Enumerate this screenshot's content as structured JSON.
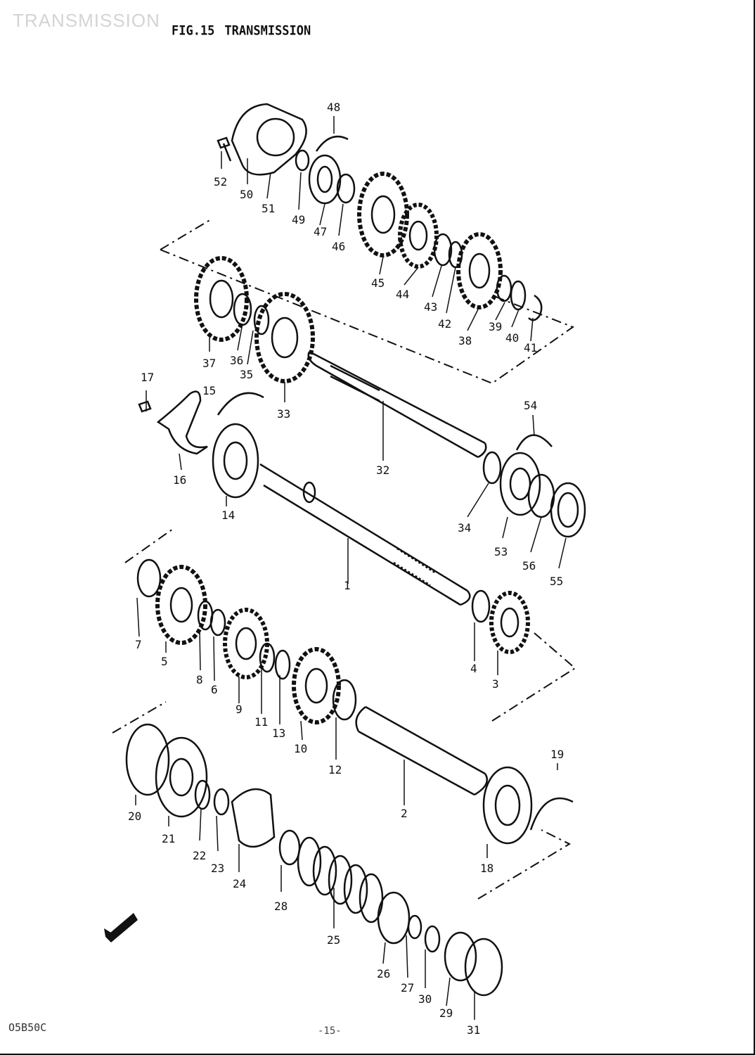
{
  "header": {
    "watermark": "TRANSMISSION",
    "fig_number": "FIG.15",
    "fig_title": "TRANSMISSION"
  },
  "footer": {
    "code": "O5B50C",
    "page": "-15-"
  },
  "part_labels": [
    "1",
    "2",
    "3",
    "4",
    "5",
    "6",
    "7",
    "8",
    "9",
    "10",
    "11",
    "12",
    "13",
    "14",
    "15",
    "16",
    "17",
    "18",
    "19",
    "20",
    "21",
    "22",
    "23",
    "24",
    "25",
    "26",
    "27",
    "28",
    "29",
    "30",
    "31",
    "32",
    "33",
    "34",
    "35",
    "36",
    "37",
    "38",
    "39",
    "40",
    "41",
    "42",
    "43",
    "44",
    "45",
    "46",
    "47",
    "48",
    "49",
    "50",
    "51",
    "52",
    "53",
    "54",
    "55",
    "56"
  ],
  "colors": {
    "ink": "#111111",
    "paper": "#ffffff",
    "watermark": "#d4d4d4"
  }
}
